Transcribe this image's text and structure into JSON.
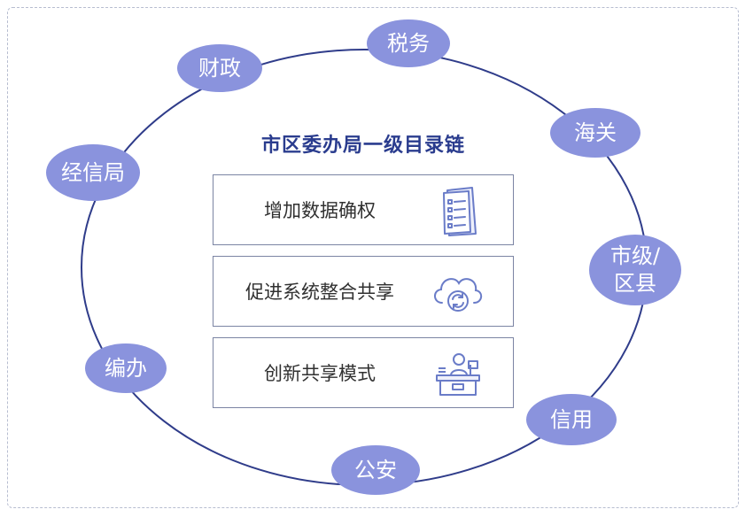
{
  "title": "市区委办局一级目录链",
  "nodes": {
    "tax": "税务",
    "finance": "财政",
    "customs": "海关",
    "econ_info": "经信局",
    "city_county_1": "市级/",
    "city_county_2": "区县",
    "establishment": "编办",
    "credit": "信用",
    "public_security": "公安"
  },
  "items": [
    {
      "label": "增加数据确权",
      "icon": "checklist-document-icon"
    },
    {
      "label": "促进系统整合共享",
      "icon": "cloud-sync-icon"
    },
    {
      "label": "创新共享模式",
      "icon": "service-desk-icon"
    }
  ],
  "colors": {
    "node_fill": "#8a93dd",
    "ring": "#2f3c8a",
    "title": "#2a3c8e",
    "icon": "#6a7cc8"
  }
}
